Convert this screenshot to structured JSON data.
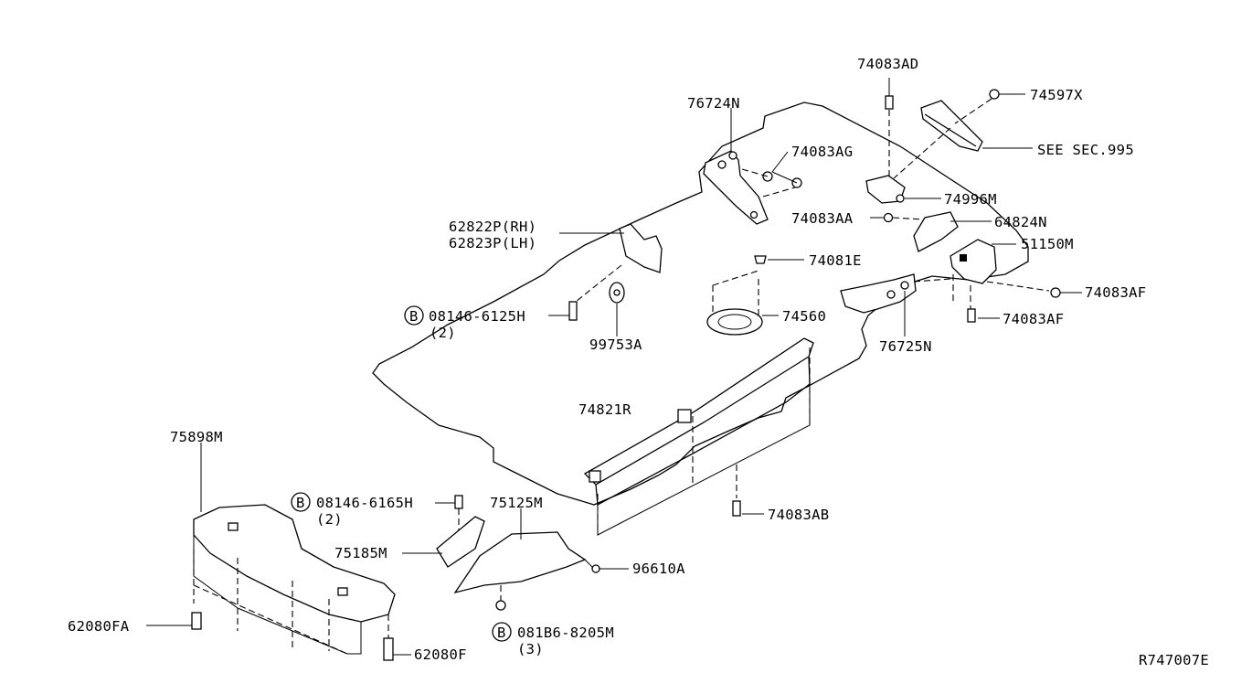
{
  "diagram_id": "R747007E",
  "labels": {
    "p74083AD": "74083AD",
    "p74597X": "74597X",
    "p76724N": "76724N",
    "p74083AG": "74083AG",
    "see_sec": "SEE SEC.995",
    "p74996M": "74996M",
    "p74083AA": "74083AA",
    "p64824N": "64824N",
    "p62822P": "62822P(RH)",
    "p62823P": "62823P(LH)",
    "p51150M": "51150M",
    "p74081E": "74081E",
    "p74083AF_1": "74083AF",
    "p08146_6125H": "08146-6125H",
    "qty_2a": "(2)",
    "p74560": "74560",
    "p74083AF_2": "74083AF",
    "p99753A": "99753A",
    "p76725N": "76725N",
    "p74821R": "74821R",
    "p75898M": "75898M",
    "p08146_6165H": "08146-6165H",
    "qty_2b": "(2)",
    "p75125M": "75125M",
    "p74083AB": "74083AB",
    "p75185M": "75185M",
    "p96610A": "96610A",
    "p62080FA": "62080FA",
    "p081B6_8205M": "081B6-8205M",
    "qty_3": "(3)",
    "p62080F": "62080F",
    "bolt_symbol": "B"
  }
}
